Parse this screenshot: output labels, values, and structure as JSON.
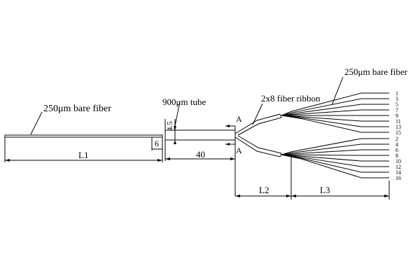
{
  "labels": {
    "bare_fiber_left": "250μm bare fiber",
    "tube": "900μm tube",
    "ribbon": "2x8 fiber ribbon",
    "bare_fiber_right": "250μm bare fiber",
    "section_top": "A",
    "section_bottom": "A"
  },
  "dimensions": {
    "l1": "L1",
    "six": "6",
    "forty": "40",
    "four_five": "4.5",
    "l2": "L2",
    "l3": "L3"
  },
  "fiber_numbers": {
    "upper": [
      "1",
      "3",
      "5",
      "7",
      "9",
      "11",
      "13",
      "15"
    ],
    "lower": [
      "2",
      "4",
      "6",
      "8",
      "10",
      "12",
      "14",
      "16"
    ]
  }
}
